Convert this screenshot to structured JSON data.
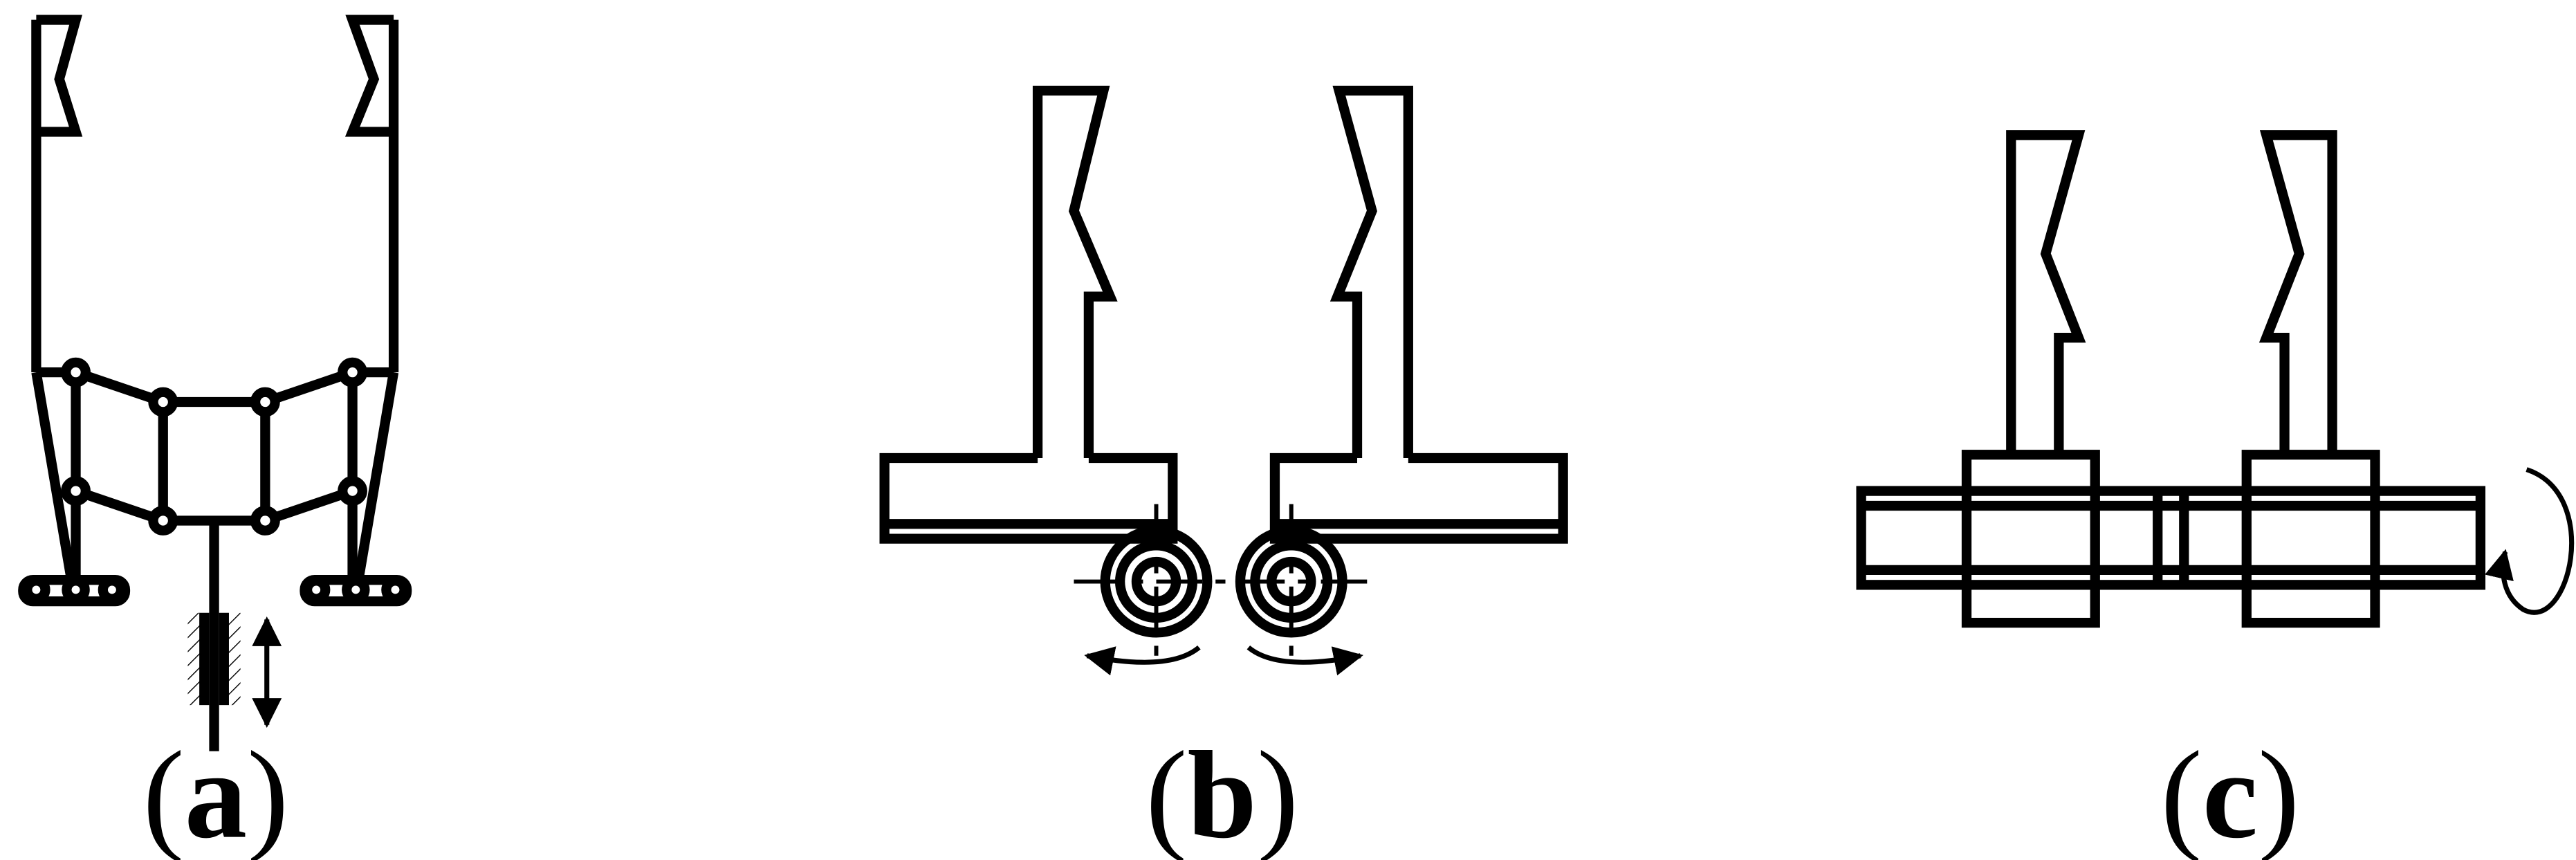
{
  "panels": [
    {
      "id": "a",
      "label_open": "(",
      "label_letter": "a",
      "label_close": ")"
    },
    {
      "id": "b",
      "label_open": "(",
      "label_letter": "b",
      "label_close": ")"
    },
    {
      "id": "c",
      "label_open": "(",
      "label_letter": "c",
      "label_close": ")"
    }
  ],
  "colors": {
    "line": "#000000",
    "background": "#ffffff"
  }
}
